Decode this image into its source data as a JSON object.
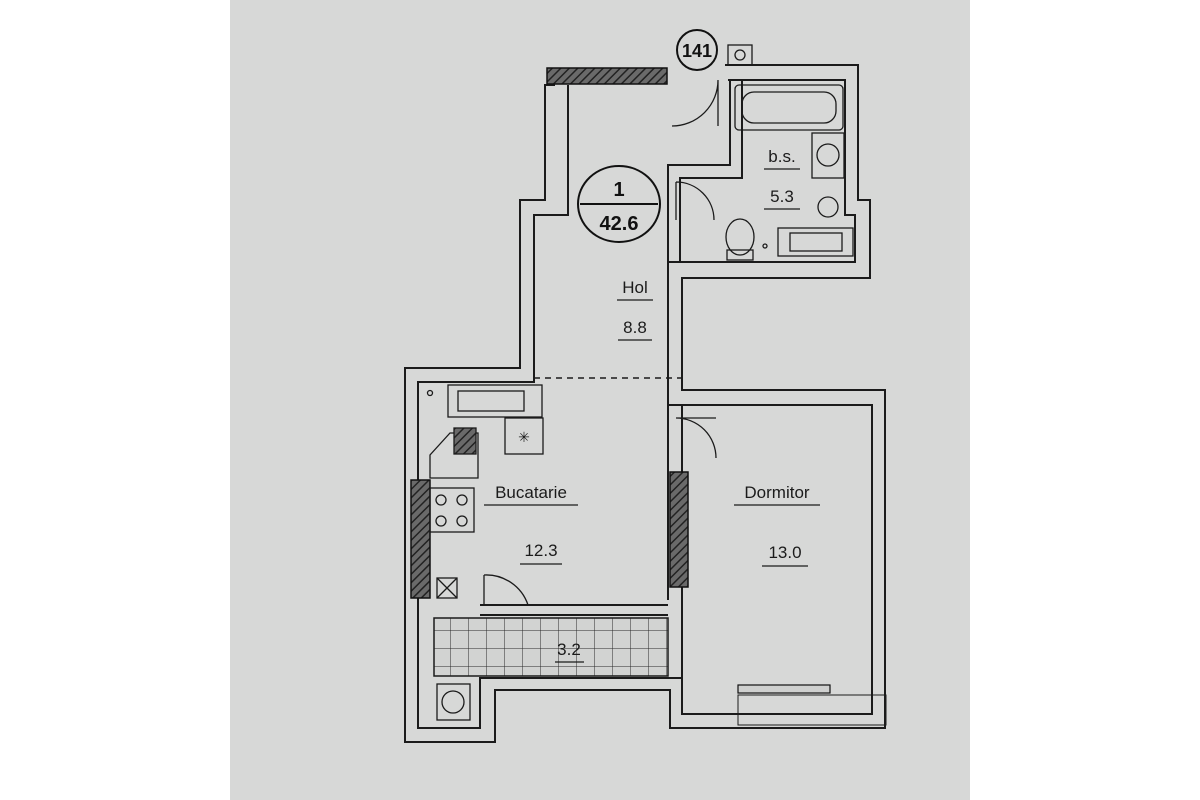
{
  "plan": {
    "building_marker": "141",
    "apartment": {
      "number": "1",
      "total_area": "42.6"
    },
    "rooms": [
      {
        "name": "Hol",
        "area": "8.8"
      },
      {
        "name": "b.s.",
        "area": "5.3"
      },
      {
        "name": "Bucatarie",
        "area": "12.3"
      },
      {
        "name": "Dormitor",
        "area": "13.0"
      },
      {
        "name": "",
        "area": "3.2"
      }
    ]
  },
  "colors": {
    "sheet": "#d7d8d7",
    "ink": "#1b1b1b",
    "window_hatch": "#3a3a3a"
  }
}
